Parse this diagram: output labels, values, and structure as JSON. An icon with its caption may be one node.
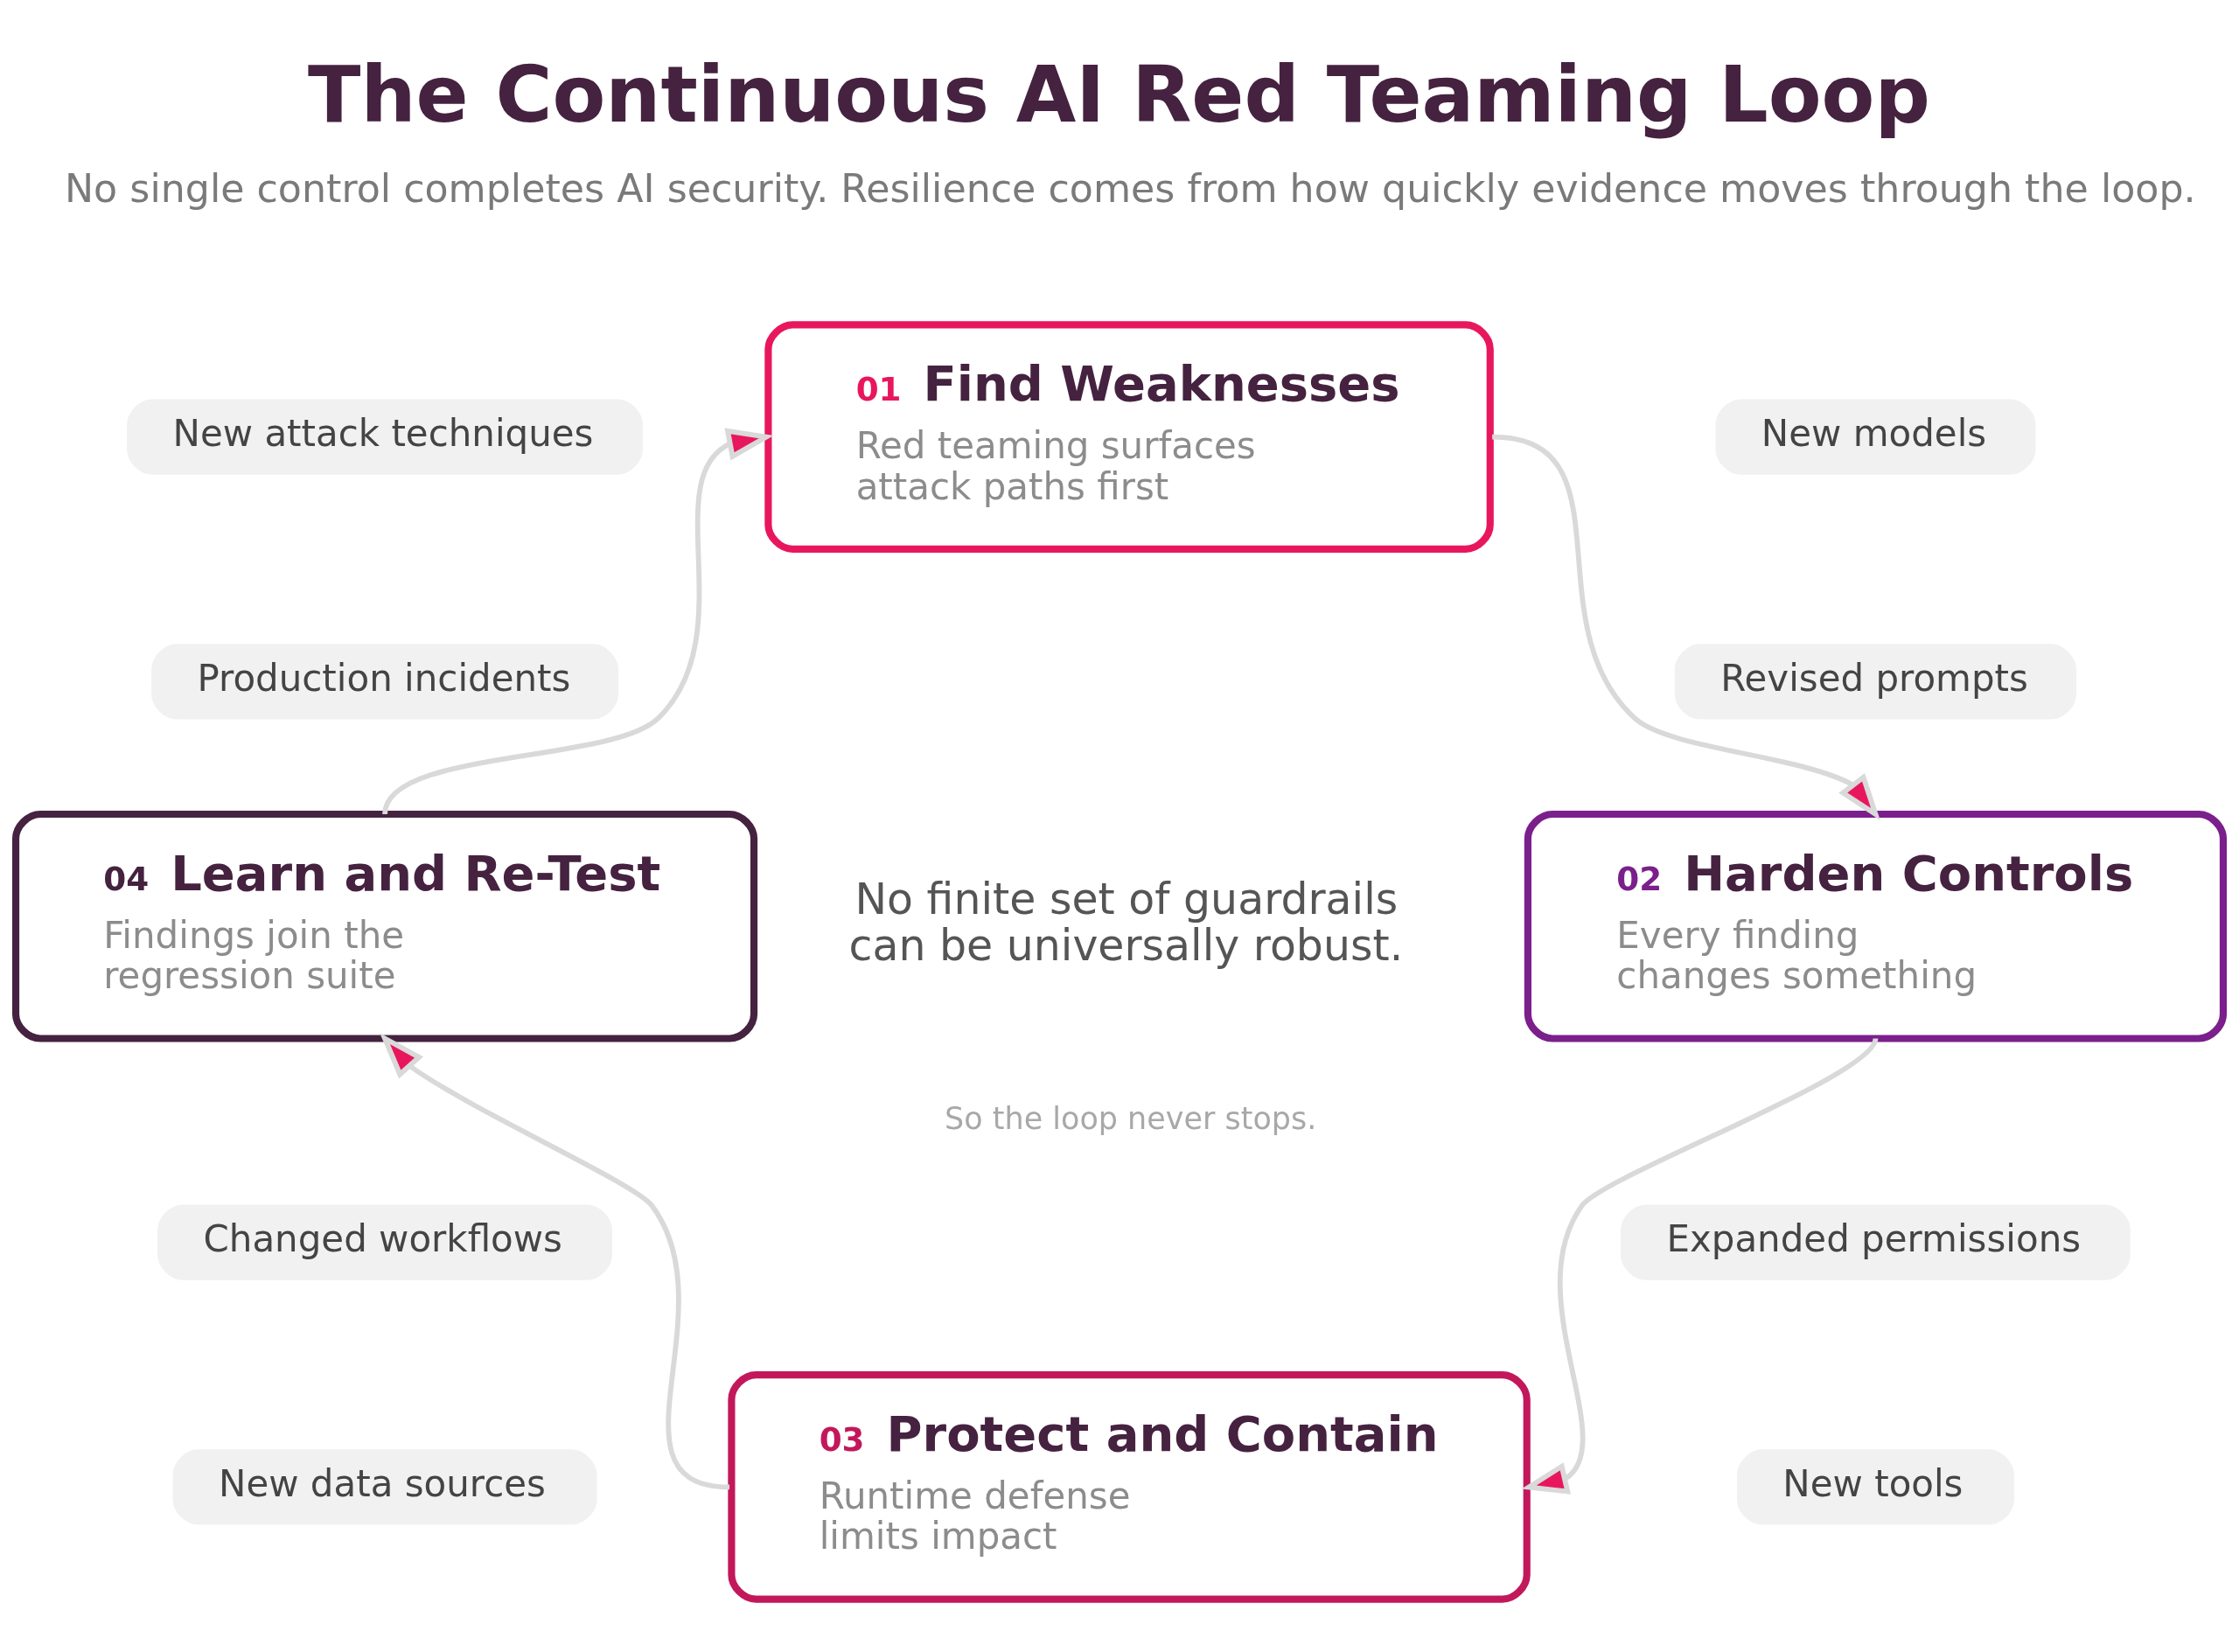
{
  "diagram": {
    "title": "The Continuous AI Red Teaming Loop",
    "nodes": [
      {
        "text": [
          "01",
          "Find Weaknesses",
          "Red teaming surfaces attack paths first"
        ]
      },
      {
        "text": [
          "02",
          "Harden Controls",
          "Every finding changes something"
        ]
      },
      {
        "text": [
          "03",
          "Protect and Contain",
          "Runtime defense limits impact"
        ]
      },
      {
        "text": [
          "04",
          "Learn and Re-Test",
          "Findings join the regression suite"
        ]
      },
      {
        "text": [
          "New attack techniques"
        ]
      },
      {
        "text": [
          "Production incidents"
        ]
      },
      {
        "text": [
          "Changed workflows"
        ]
      },
      {
        "text": [
          "New data sources"
        ]
      },
      {
        "text": [
          "New models"
        ]
      },
      {
        "text": [
          "Revised prompts"
        ]
      },
      {
        "text": [
          "Expanded permissions"
        ]
      },
      {
        "text": [
          "New tools"
        ]
      }
    ],
    "edges": [
      {
        "from": 0,
        "to": 1,
        "arrow": "to"
      },
      {
        "from": 1,
        "to": 2,
        "arrow": "to"
      },
      {
        "from": 2,
        "to": 3,
        "arrow": "to"
      },
      {
        "from": 3,
        "to": 0,
        "arrow": "to"
      }
    ],
    "labels": [
      "No single control completes AI security. Resilience comes from how quickly evidence moves through the loop.",
      "No finite set of guardrails can be universally robust.",
      "So the loop never stops."
    ]
  }
}
